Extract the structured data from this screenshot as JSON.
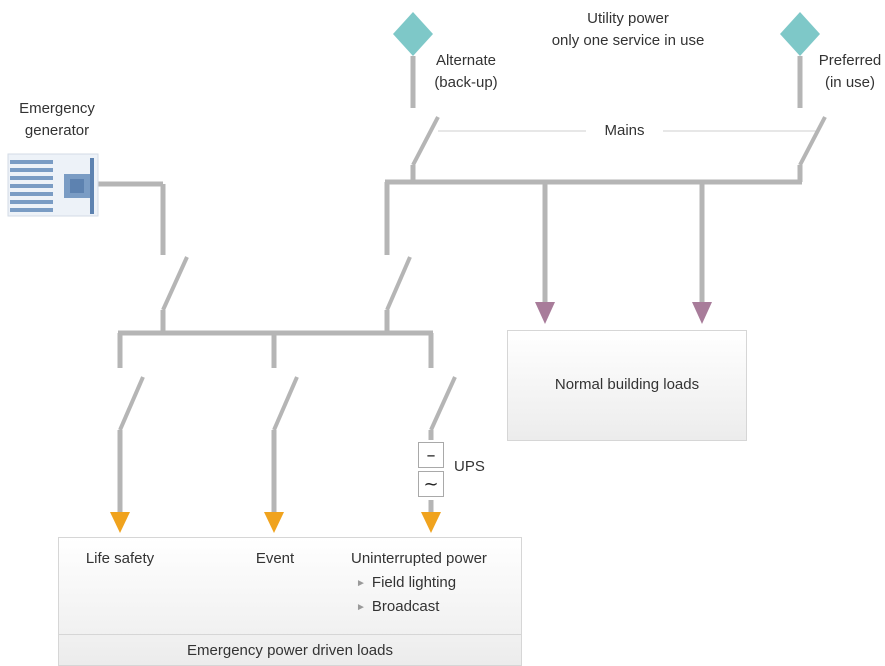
{
  "utility_power": {
    "line1": "Utility power",
    "line2": "only one service in use"
  },
  "alternate": {
    "line1": "Alternate",
    "line2": "(back-up)"
  },
  "preferred": {
    "line1": "Preferred",
    "line2": "(in use)"
  },
  "emergency_generator": {
    "line1": "Emergency",
    "line2": "generator"
  },
  "mains_label": "Mains",
  "ups": {
    "label": "UPS",
    "dc_symbol": "–",
    "ac_symbol": "~"
  },
  "normal_loads_label": "Normal building loads",
  "emergency_loads": {
    "life_safety": "Life safety",
    "event": "Event",
    "uninterrupted_power": "Uninterrupted power",
    "items": [
      "Field lighting",
      "Broadcast"
    ],
    "footer": "Emergency power driven loads"
  },
  "colors": {
    "wire": "#b5b5b5",
    "source_diamond": "#7ec8c8",
    "normal_arrow": "#a87c9a",
    "emergency_arrow": "#f0a31e",
    "generator_blue": "#7a9cc4"
  }
}
